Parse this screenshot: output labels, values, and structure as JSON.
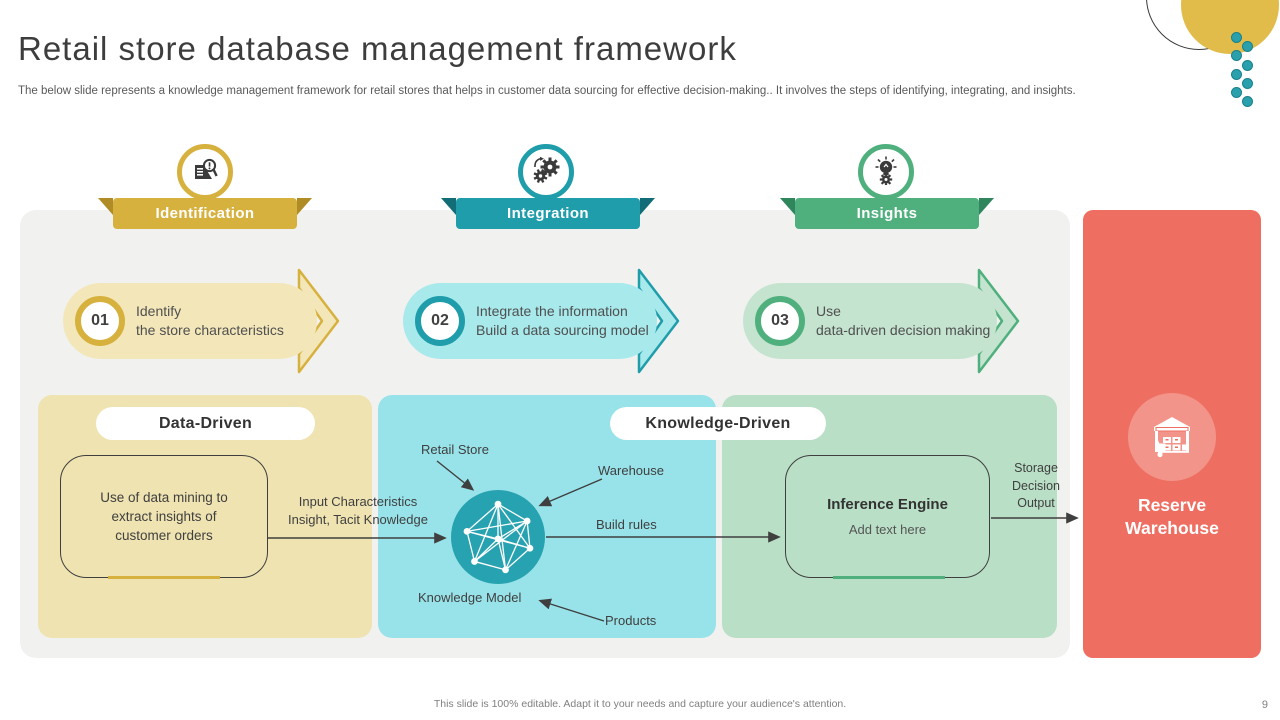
{
  "slide": {
    "title": "Retail store database management framework",
    "subtitle": "The below slide represents a knowledge management framework for retail stores that helps in customer data sourcing for effective decision-making.. It involves the steps of identifying, integrating, and insights.",
    "footer": "This slide is 100% editable. Adapt it to your needs and capture your audience's attention.",
    "page_number": "9"
  },
  "colors": {
    "gold": "#d7b13e",
    "teal": "#1f9dab",
    "green": "#4fb07e",
    "coral": "#ee6f62",
    "panel_gray": "#f1f1ef",
    "text_dark": "#3f3f3f",
    "text_gray": "#595959"
  },
  "columns": [
    {
      "label": "Identification",
      "icon": "search-exclamation-icon",
      "step_number": "01",
      "step_line1": "Identify",
      "step_line2": "the store characteristics"
    },
    {
      "label": "Integration",
      "icon": "gears-icon",
      "step_number": "02",
      "step_line1": "Integrate the information",
      "step_line2": "Build a data sourcing model"
    },
    {
      "label": "Insights",
      "icon": "bulb-gear-icon",
      "step_number": "03",
      "step_line1": "Use",
      "step_line2": "data-driven decision making"
    }
  ],
  "sections": {
    "data_driven": "Data-Driven",
    "knowledge_driven": "Knowledge-Driven"
  },
  "diagram": {
    "data_mining_text": "Use of data mining to extract insights of customer orders",
    "input_line1": "Input Characteristics",
    "input_line2": "Insight, Tacit Knowledge",
    "retail_store": "Retail Store",
    "warehouse": "Warehouse",
    "build_rules": "Build rules",
    "knowledge_model": "Knowledge Model",
    "products": "Products",
    "inference_title": "Inference Engine",
    "inference_subtitle": "Add text here",
    "output_line1": "Storage",
    "output_line2": "Decision",
    "output_line3": "Output",
    "reserve_warehouse": "Reserve Warehouse",
    "network_icon": "knowledge-network-icon",
    "warehouse_icon": "warehouse-trolley-icon"
  }
}
